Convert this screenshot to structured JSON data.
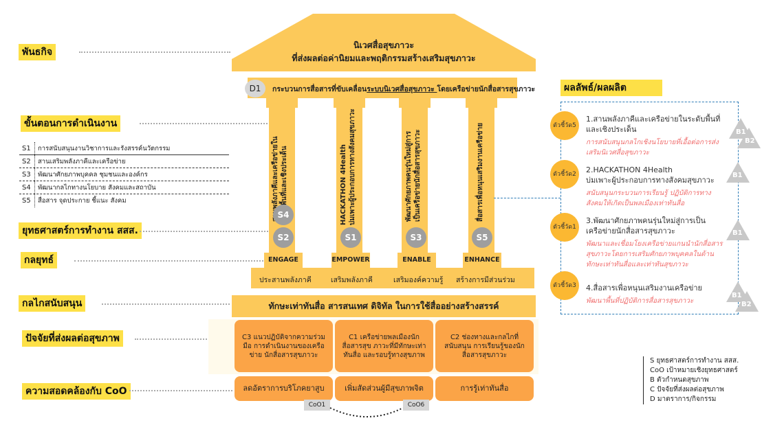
{
  "left_labels": {
    "mission": "พันธกิจ",
    "process": "ขั้นตอนการดำเนินงาน",
    "strategy_thaihealth": "ยุทธศาสตร์การทำงาน สสส.",
    "tactics": "กลยุทธ์",
    "support_mechanism": "กลไกสนับสนุน",
    "health_factors": "ปัจจัยที่ส่งผลต่อสุขภาพ",
    "coo_alignment": "ความสอดคล้องกับ CoO"
  },
  "strategies": [
    {
      "code": "S1",
      "desc": "การสนับสนุนงานวิชาการและรังสรรค์นวัตกรรม"
    },
    {
      "code": "S2",
      "desc": "สานเสริมพลังภาคีและเครือข่าย"
    },
    {
      "code": "S3",
      "desc": "พัฒนาศักยภาพบุคคล ชุมชนและองค์กร"
    },
    {
      "code": "S4",
      "desc": "พัฒนากลไกทางนโยบาย สังคมและสถาบัน"
    },
    {
      "code": "S5",
      "desc": "สื่อสาร จุดประกาย ชี้แนะ สังคม"
    }
  ],
  "roof": {
    "line1": "นิเวศสื่อสุขภาวะ",
    "line2": "ที่ส่งผลต่อค่านิยมและพฤติกรรมสร้างเสริมสุขภาวะ"
  },
  "beam": {
    "badge": "D1",
    "text_before": "กระบวนการสื่อสารที่ขับเคลื่อน",
    "text_underlined": "ระบบนิเวศสื่อสุขภาวะ ",
    "text_after": "โดยเครือข่ายนักสื่อสารสุขภาวะ"
  },
  "pillars": [
    {
      "text": "สานพลังภาคีและเครือข่ายใน ระดับพื้นที่และเชิงประเด็น",
      "line1": "สานพลังภาคีและเครือข่ายใน",
      "line2": "ระดับพื้นที่และเชิงประเด็น",
      "badges": [
        "S4",
        "S2"
      ],
      "base": "ENGAGE",
      "platform": "ประสานพลังภาคี"
    },
    {
      "text": "HACKATHON 4Health บ่มเพาะผู้ประกอบการทางสังคมสุขภาวะ",
      "line1": "HACKATHON 4Health",
      "line2": "บ่มเพาะผู้ประกอบการทางสังคมสุขภาวะ",
      "badges": [
        "S1"
      ],
      "base": "EMPOWER",
      "platform": "เสริมพลังภาคี"
    },
    {
      "text": "พัฒนาศักยภาพคนรุ่นใหม่สู่การ เป็นเครือข่ายนักสื่อสารสุขภาวะ",
      "line1": "พัฒนาศักยภาพคนรุ่นใหม่สู่การ",
      "line2": "เป็นเครือข่ายนักสื่อสารสุขภาวะ",
      "badges": [
        "S3"
      ],
      "base": "ENABLE",
      "platform": "เสริมองค์ความรู้"
    },
    {
      "text": "สื่อสารเพื่อหนุนเสริมงานเครือข่าย",
      "line1": "สื่อสารเพื่อหนุนเสริมงานเครือข่าย",
      "line2": "",
      "badges": [
        "S5"
      ],
      "base": "ENHANCE",
      "platform": "สร้างการมีส่วนร่วม"
    }
  ],
  "support": "ทักษะเท่าทันสื่อ สารสนเทศ ดิจิทัล ในการใช้สื่ออย่างสร้างสรรค์",
  "factors": [
    "C3 แนวปฏิบัติจากความร่วมมือ การดำเนินงานของเครือข่าย นักสื่อสารสุขภาวะ",
    "C1 เครือข่ายพลเมืองนักสื่อสารสุข ภาวะที่มีทักษะเท่าทันสื่อ และรอบรู้ทางสุขภาพ",
    "C2 ช่องทางและกลไกที่สนับสนุน การเรียนรู้ของนักสื่อสารสุขภาวะ"
  ],
  "coo": {
    "items": [
      "ลดอัตราการบริโภคยาสูบ",
      "เพิ่มสัดส่วนผู้มีสุขภาพจิต",
      "การรู้เท่าทันสื่อ"
    ],
    "tags": [
      "CoO1",
      "CoO6"
    ]
  },
  "outcomes": {
    "title": "ผลลัพธ์/ผลผลิต",
    "items": [
      {
        "indicator": "ตัวชี้วัด5",
        "title_l1": "1.สานพลังภาคีและเครือข่ายในระดับพื้นที่",
        "title_l2": "และเชิงประเด็น",
        "sub_l1": "การสนับสนุนกลไกเชิงนโยบายที่เอื้อต่อการส่ง",
        "sub_l2": "เสริมนิเวศสื่อสุขภาวะ",
        "sub_l3": "",
        "tags": [
          "B1",
          "B2"
        ]
      },
      {
        "indicator": "ตัวชี้วัด2",
        "title_l1": "2.HACKATHON 4Health",
        "title_l2": "บ่มเพาะผู้ประกอบการทางสังคมสุขภาวะ",
        "sub_l1": "สนับสนุนกระบวนการเรียนรู้ ปฏิบัติการทาง",
        "sub_l2": "สังคมให้เกิดเป็นพลเมืองเท่าทันสื่อ",
        "sub_l3": "",
        "tags": [
          "B1"
        ]
      },
      {
        "indicator": "ตัวชี้วัด1",
        "title_l1": "3.พัฒนาศักยภาพคนรุ่นใหม่สู่การเป็น",
        "title_l2": "เครือข่ายนักสื่อสารสุขภาวะ",
        "sub_l1": "พัฒนาและเชื่อมโยงเครือข่ายแกนนำนักสื่อสาร",
        "sub_l2": "สุขภาวะโดยการเสริมศักยภาพบุคคลในด้าน",
        "sub_l3": "ทักษะเท่าทันสื่อและเท่าทันสุขภาวะ",
        "tags": [
          "B1"
        ]
      },
      {
        "indicator": "ตัวชี้วัด3",
        "title_l1": "4.สื่อสารเพื่อหนุนเสริมงานเครือข่าย",
        "title_l2": "",
        "sub_l1": "พัฒนาพื้นที่ปฏิบัติการสื่อสารสุขภาวะ",
        "sub_l2": "",
        "sub_l3": "",
        "tags": [
          "B1",
          "B2"
        ]
      }
    ]
  },
  "legend": [
    "S ยุทธศาสตร์การทำงาน สสส.",
    "CoO เป้าหมายเชิงยุทธศาสตร์",
    "B ตัวกำหนดสุขภาพ",
    "C ปัจจัยที่ส่งผลต่อสุขภาพ",
    "D มาตราการ/กิจกรรม"
  ],
  "colors": {
    "label_yellow": "#fde047",
    "pillar_yellow": "#fcc95a",
    "factor_orange": "#fba447",
    "indicator_gold": "#fbb832",
    "badge_gray": "#9e9e9e",
    "outcome_sub_red": "#f06e6e",
    "outline_blue": "#2c7bb6"
  }
}
